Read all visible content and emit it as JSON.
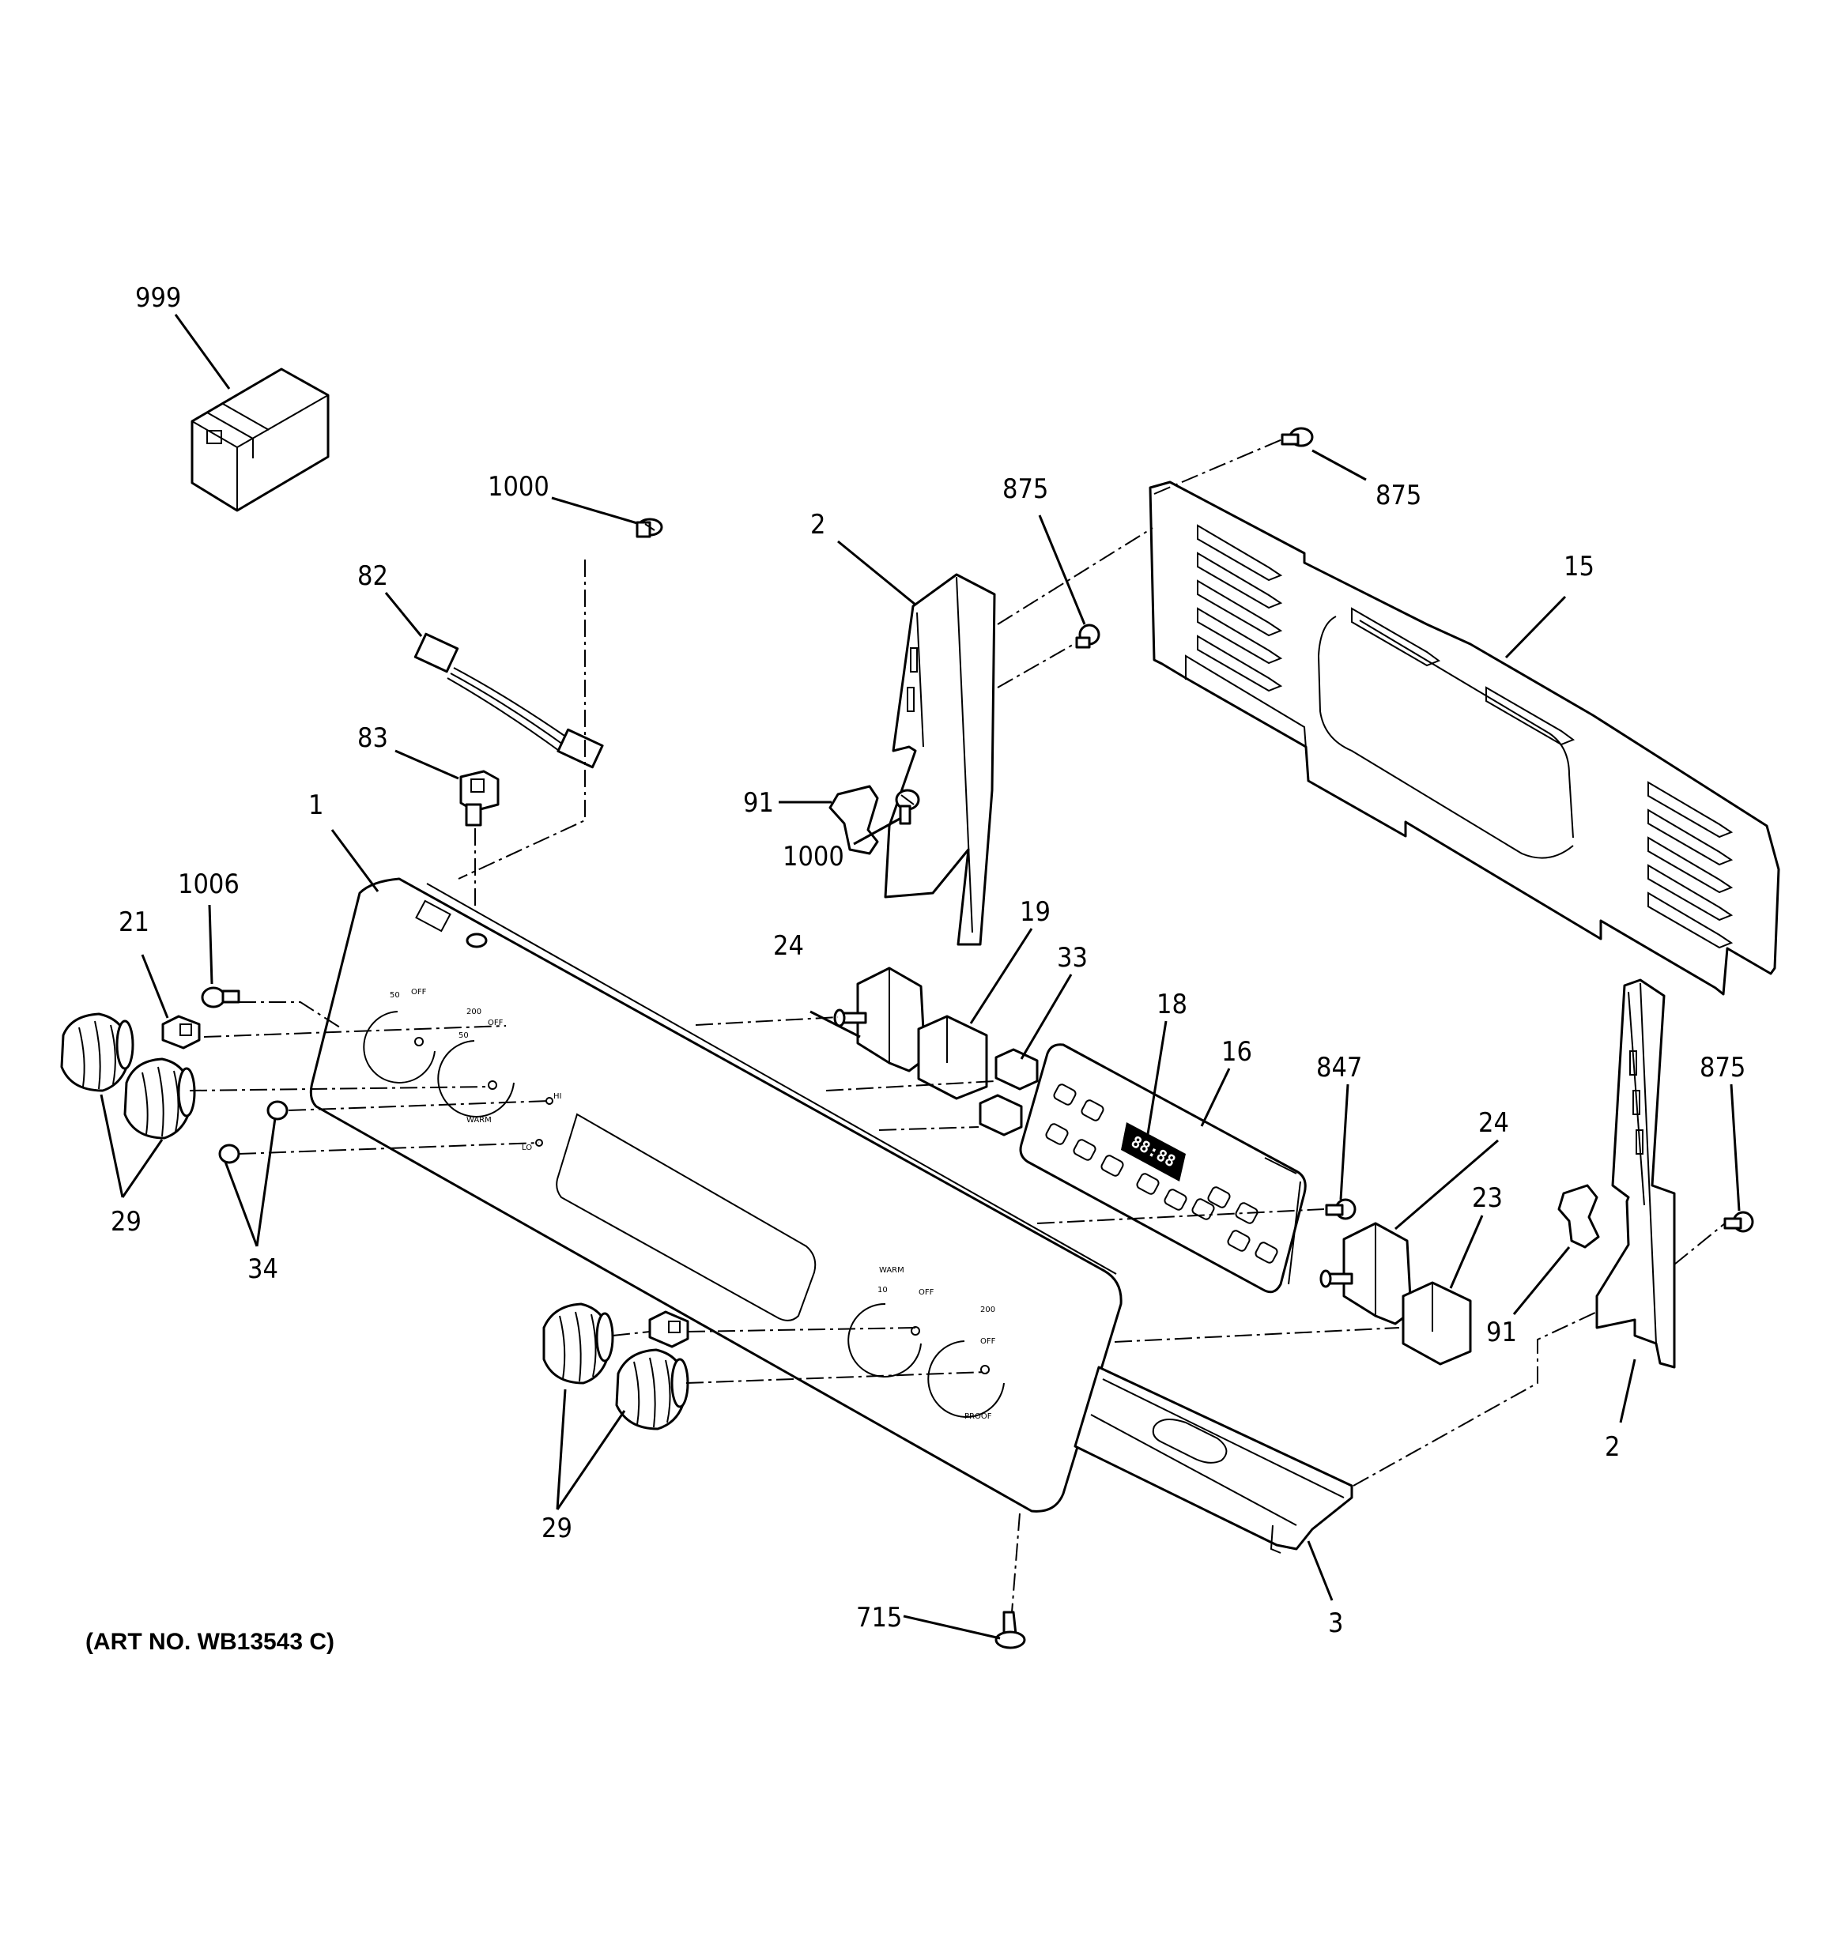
{
  "diagram": {
    "art_number": "(ART NO. WB13543 C)",
    "display_readout": "88:88",
    "callouts": {
      "c999": "999",
      "c1000a": "1000",
      "c82": "82",
      "c83": "83",
      "c1": "1",
      "c1006": "1006",
      "c21": "21",
      "c29a": "29",
      "c34": "34",
      "c2a": "2",
      "c875a": "875",
      "c875b": "875",
      "c15": "15",
      "c91a": "91",
      "c1000b": "1000",
      "c24a": "24",
      "c19": "19",
      "c33": "33",
      "c18": "18",
      "c16": "16",
      "c847": "847",
      "c24b": "24",
      "c875c": "875",
      "c23": "23",
      "c91b": "91",
      "c2b": "2",
      "c29b": "29",
      "c715": "715",
      "c3": "3"
    }
  }
}
